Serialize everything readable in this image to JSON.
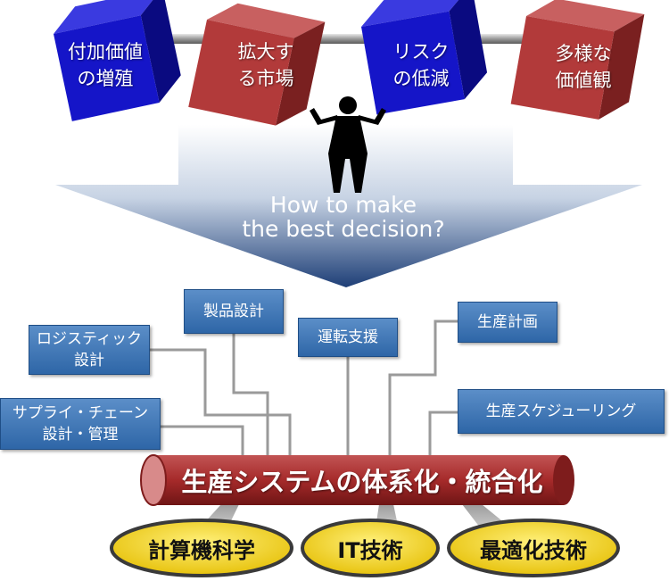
{
  "cubes": [
    {
      "label": "付加価値\nの増殖",
      "color": "blue"
    },
    {
      "label": "拡大す\nる市場",
      "color": "red"
    },
    {
      "label": "リスク\nの低減",
      "color": "blue"
    },
    {
      "label": "多様な\n価値観",
      "color": "red"
    }
  ],
  "question": "How to make\nthe best decision?",
  "boxes": [
    {
      "label": "製品設計"
    },
    {
      "label": "ロジスティック\n設計"
    },
    {
      "label": "サプライ・チェーン\n設計・管理"
    },
    {
      "label": "運転支援"
    },
    {
      "label": "生産計画"
    },
    {
      "label": "生産スケジューリング"
    }
  ],
  "pipe_label": "生産システムの体系化・統合化",
  "foundations": [
    {
      "label": "計算機科学"
    },
    {
      "label": "IT技術"
    },
    {
      "label": "最適化技術"
    }
  ],
  "colors": {
    "cube_blue": "#1515c8",
    "cube_red": "#b23a3a",
    "box_blue": "#3a72b4",
    "pipe_red": "#a62a2a",
    "oval_yellow": "#f2d21a"
  }
}
